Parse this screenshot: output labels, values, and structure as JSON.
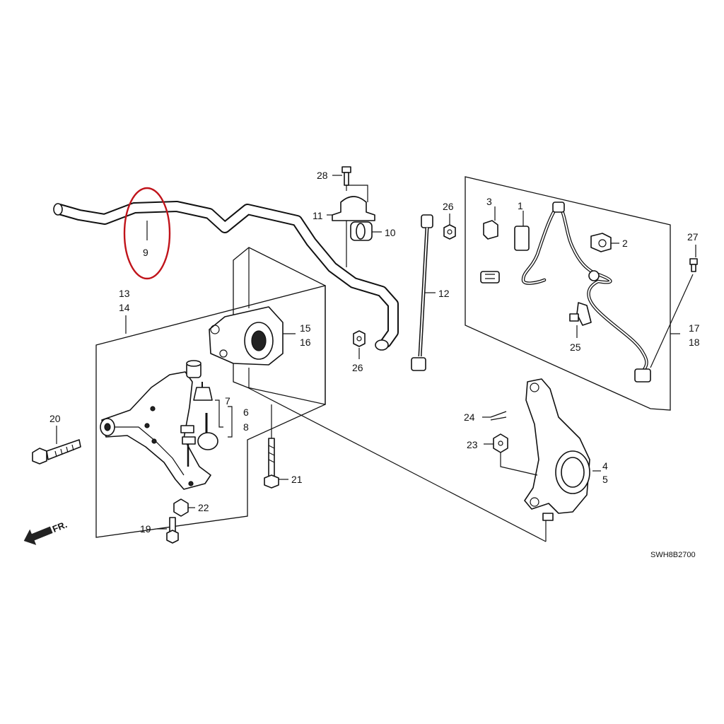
{
  "highlight": {
    "color": "#c0131a"
  },
  "diagram_code": "SWH8B2700",
  "direction_label": "FR.",
  "callouts": {
    "c1": "1",
    "c2": "2",
    "c3": "3",
    "c4": "4",
    "c5": "5",
    "c6": "6",
    "c7": "7",
    "c8": "8",
    "c9": "9",
    "c10": "10",
    "c11": "11",
    "c12": "12",
    "c13": "13",
    "c14": "14",
    "c15": "15",
    "c16": "16",
    "c17": "17",
    "c18": "18",
    "c19": "19",
    "c20": "20",
    "c21": "21",
    "c22": "22",
    "c23": "23",
    "c24": "24",
    "c25": "25",
    "c26a": "26",
    "c26b": "26",
    "c27": "27",
    "c28": "28"
  }
}
